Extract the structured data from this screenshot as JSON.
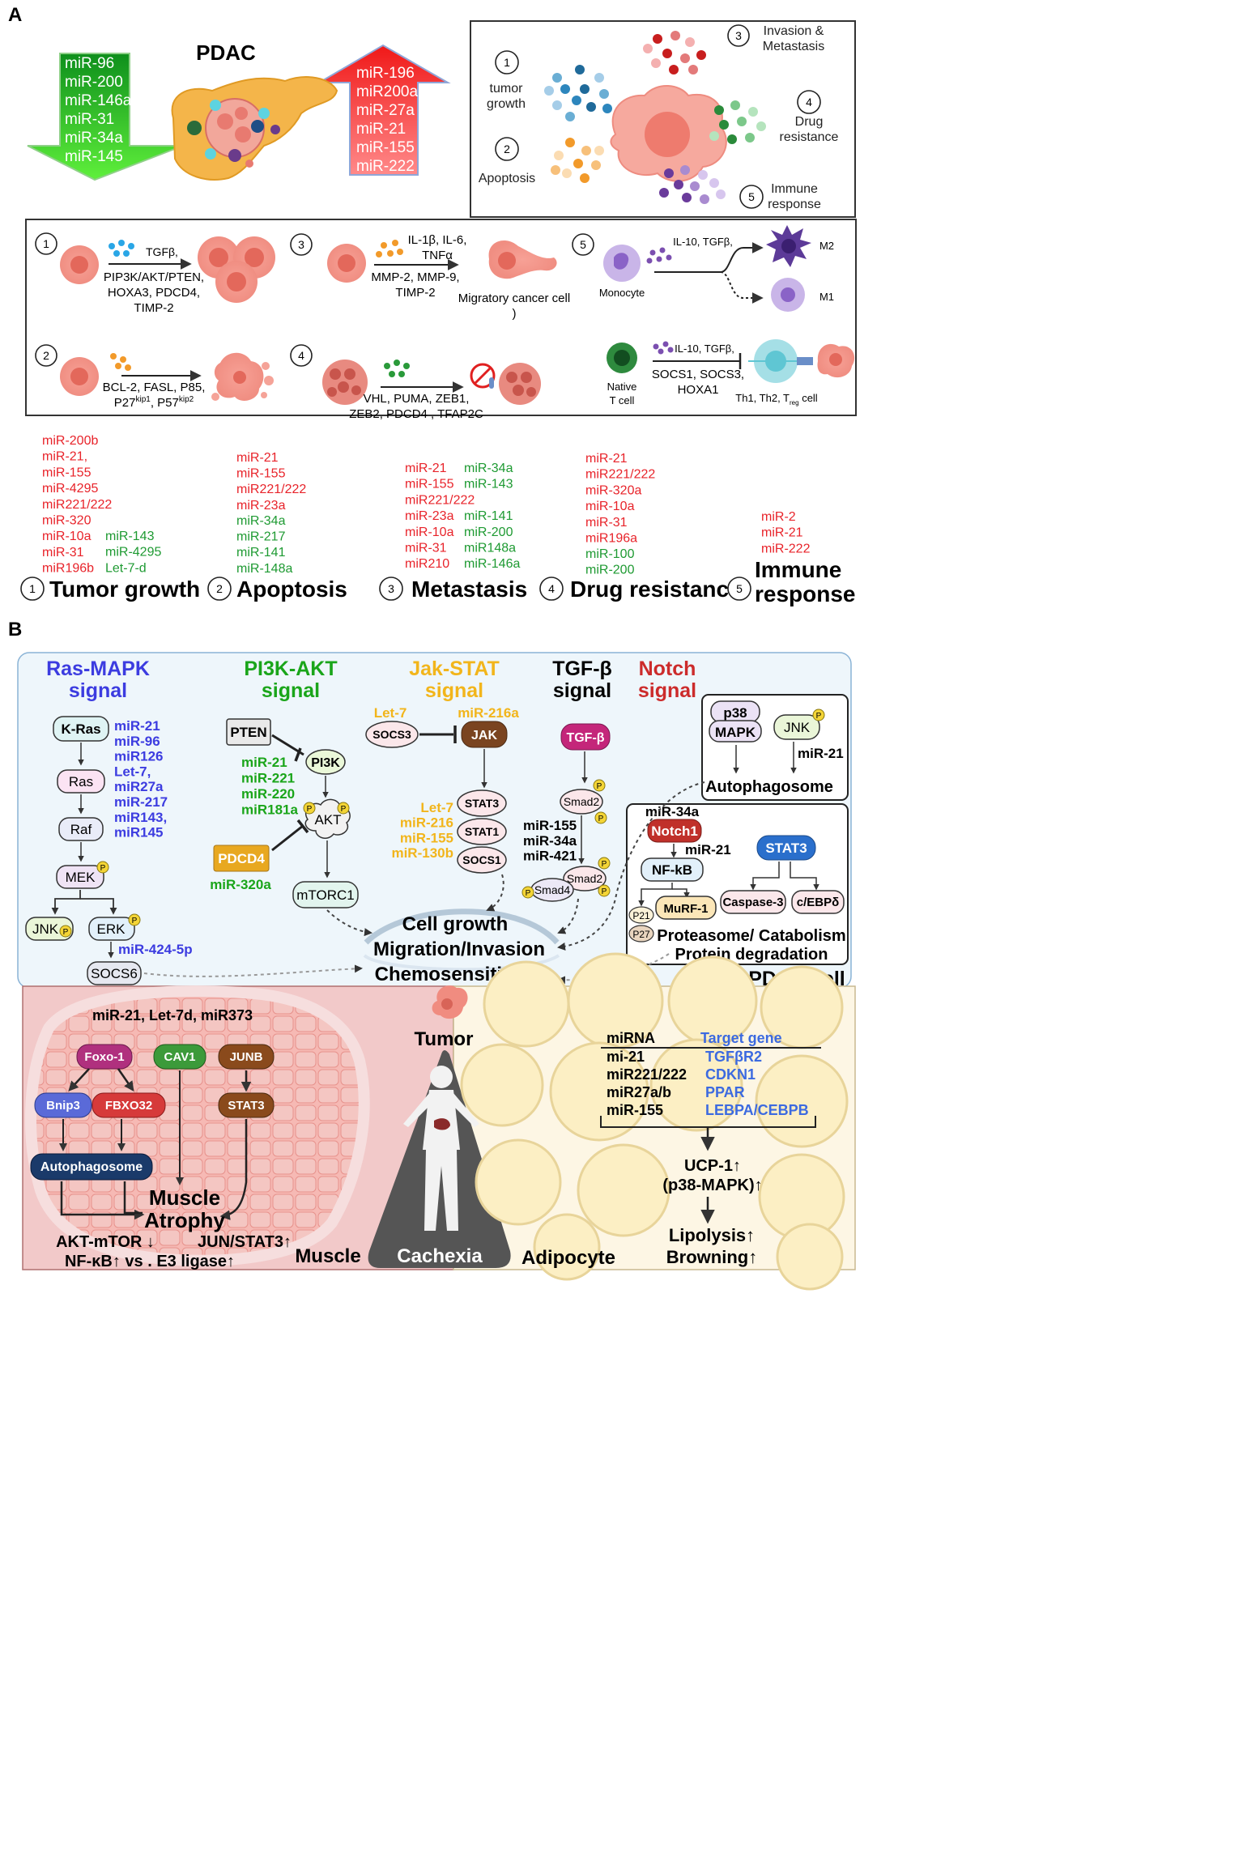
{
  "panel_labels": {
    "a": "A",
    "b": "B"
  },
  "top": {
    "pdac_title": "PDAC",
    "down_mirs": [
      "miR-96",
      "miR-200",
      "miR-146a",
      "miR-31",
      "miR-34a",
      "miR-145"
    ],
    "up_mirs": [
      "miR-196",
      "miR200a",
      "miR-27a",
      "miR-21",
      "miR-155",
      "miR-222"
    ],
    "hallmarks": [
      {
        "num": "1",
        "lines": [
          "tumor",
          "growth"
        ]
      },
      {
        "num": "2",
        "lines": [
          "Apoptosis"
        ]
      },
      {
        "num": "3",
        "lines": [
          "Invasion &",
          "Metastasis"
        ]
      },
      {
        "num": "4",
        "lines": [
          "Drug",
          "resistance"
        ]
      },
      {
        "num": "5",
        "lines": [
          "Immune",
          "response"
        ]
      }
    ]
  },
  "mechanisms": {
    "tg": {
      "num": "1",
      "factor": "TGFβ,",
      "targets": [
        "PIP3K/AKT/PTEN,",
        "HOXA3,  PDCD4,",
        "TIMP-2"
      ]
    },
    "ap": {
      "num": "2",
      "targets": [
        "BCL-2, FASL, P85,",
        "P27",
        "kip1",
        ", P57",
        "kip2"
      ]
    },
    "mt": {
      "num": "3",
      "factors": [
        "IL-1β, IL-6,",
        "TNFα"
      ],
      "targets": [
        "MMP-2, MMP-9,",
        "TIMP-2"
      ],
      "cell_label": "Migratory cancer cell",
      "paren": ")"
    },
    "dr": {
      "num": "4",
      "targets": [
        "VHL, PUMA, ZEB1,",
        "ZEB2, PDCD4 , TFAP2C"
      ]
    },
    "ir": {
      "num": "5",
      "factor": "IL-10, TGFβ,",
      "monocyte": "Monocyte",
      "m2": "M2",
      "m1": "M1",
      "tcell": [
        "Native",
        "T cell"
      ],
      "factor2": "IL-10, TGFβ,",
      "targets": [
        "SOCS1, SOCS3,",
        "HOXA1"
      ],
      "th": "Th1, Th2, T",
      "reg": "reg",
      "cell": " cell"
    }
  },
  "mirna_lists": {
    "tg": {
      "red": [
        "miR-200b",
        "miR-21,",
        "miR-155",
        "miR-4295",
        "miR221/222",
        "miR-320",
        "miR-10a",
        "miR-31",
        "miR196b"
      ],
      "green": [
        "miR-143",
        "miR-4295",
        "Let-7-d"
      ],
      "num": "1",
      "label": "Tumor growth"
    },
    "ap": {
      "red": [
        "miR-21",
        "miR-155",
        "miR221/222",
        "miR-23a"
      ],
      "green": [
        "miR-34a",
        "miR-217",
        "miR-141",
        "miR-148a"
      ],
      "num": "2",
      "label": "Apoptosis"
    },
    "mt": {
      "red": [
        "miR-21",
        "miR-155",
        "miR221/222",
        "miR-23a",
        "miR-10a",
        "miR-31",
        "miR210"
      ],
      "green": [
        "miR-34a",
        "miR-143",
        "",
        "miR-141",
        "miR-200",
        "miR148a",
        "miR-146a"
      ],
      "num": "3",
      "label": "Metastasis"
    },
    "dr": {
      "red": [
        "miR-21",
        "miR221/222",
        "miR-320a",
        "miR-10a",
        "miR-31",
        "miR196a"
      ],
      "green": [
        "miR-100",
        "miR-200"
      ],
      "num": "4",
      "label": "Drug resistance"
    },
    "ir": {
      "red": [
        "miR-2",
        "miR-21",
        "miR-222"
      ],
      "num": "5",
      "label": [
        "Immune",
        "response"
      ]
    }
  },
  "panel_b": {
    "ras": {
      "title": [
        "Ras-MAPK",
        "signal"
      ],
      "nodes": {
        "kras": "K-Ras",
        "ras": "Ras",
        "raf": "Raf",
        "mek": "MEK",
        "jnk": "JNK",
        "erk": "ERK",
        "socs6": "SOCS6"
      },
      "mirs": [
        "miR-21",
        "miR-96",
        "miR126",
        "Let-7,",
        "miR27a",
        "miR-217",
        "miR143,",
        "miR145"
      ],
      "erk_mir": "miR-424-5p"
    },
    "pi3k": {
      "title": [
        "PI3K-AKT",
        "signal"
      ],
      "nodes": {
        "pten": "PTEN",
        "pi3k": "PI3K",
        "akt": "AKT",
        "pdcd4": "PDCD4",
        "mtorc1": "mTORC1"
      },
      "mirs": [
        "miR-21",
        "miR-221",
        "miR-220",
        "miR181a"
      ],
      "pdcd4_mir": "miR-320a"
    },
    "jak": {
      "title": [
        "Jak-STAT",
        "signal"
      ],
      "nodes": {
        "socs3": "SOCS3",
        "jak": "JAK",
        "stat3": "STAT3",
        "stat1": "STAT1",
        "socs1": "SOCS1"
      },
      "let7": "Let-7",
      "mir216a": "miR-216a",
      "mirs": [
        "Let-7",
        "miR-216",
        "miR-155",
        "miR-130b"
      ]
    },
    "tgf": {
      "title": [
        "TGF-β",
        "signal"
      ],
      "nodes": {
        "tgfb": "TGF-β",
        "smad2": "Smad2",
        "smad2b": "Smad2",
        "smad4": "Smad4"
      },
      "mirs": [
        "miR-155",
        "miR-34a",
        "miR-421"
      ]
    },
    "notch": {
      "title": [
        "Notch",
        "signal"
      ]
    },
    "p38": {
      "p38": "p38",
      "mapk": "MAPK",
      "jnk": "JNK",
      "mir": "miR-21",
      "autophagosome": "Autophagosome"
    },
    "notch_box": {
      "mir34a": "miR-34a",
      "notch1": "Notch1",
      "mir21": "miR-21",
      "nfkb": "NF-kB",
      "stat3": "STAT3",
      "murf": "MuRF-1",
      "casp": "Caspase-3",
      "cebp": "c/EBPδ",
      "p21": "P21",
      "p27": "P27",
      "lines": [
        "Proteasome/ Catabolism",
        "Protein degradation"
      ]
    },
    "center": [
      "Cell growth",
      "Migration/Invasion",
      "Chemosensitivity"
    ],
    "pdac_cell": "PDAC cell",
    "muscle": {
      "mirs": "miR-21, Let-7d, miR373",
      "foxo": "Foxo-1",
      "cav1": "CAV1",
      "junb": "JUNB",
      "bnip3": "Bnip3",
      "fbxo": "FBXO32",
      "stat3": "STAT3",
      "autophagosome": "Autophagosome",
      "atrophy": [
        "Muscle",
        "Atrophy"
      ],
      "akt": "AKT-mTOR ↓",
      "jun": "JUN/STAT3↑",
      "nfkb": "NF-κB↑ vs . E3 ligase↑",
      "label": "Muscle"
    },
    "tumor": "Tumor",
    "cachexia": "Cachexia",
    "adipocyte": {
      "label": "Adipocyte",
      "col1": "miRNA",
      "col2": "Target gene",
      "rows": [
        [
          "mi-21",
          "TGFβR2"
        ],
        [
          "miR221/222",
          "CDKN1"
        ],
        [
          "miR27a/b",
          "PPAR"
        ],
        [
          "miR-155",
          "LEBPA/CEBPB"
        ]
      ],
      "ucp": [
        "UCP-1↑",
        "(p38-MAPK)↑"
      ],
      "out": [
        "Lipolysis↑",
        "Browning↑"
      ]
    },
    "p_label": "P"
  },
  "colors": {
    "red": "#e8232a",
    "green": "#1e9a32",
    "blue": "#3c3ce0",
    "gold": "#f2b51b",
    "notch_red": "#cc2b2b",
    "pi3k_green": "#1aa51a",
    "panel_b_bg": "#eef6fb",
    "muscle_bg": "#f2c9c9",
    "adipo_bg": "#fdf6e4"
  }
}
